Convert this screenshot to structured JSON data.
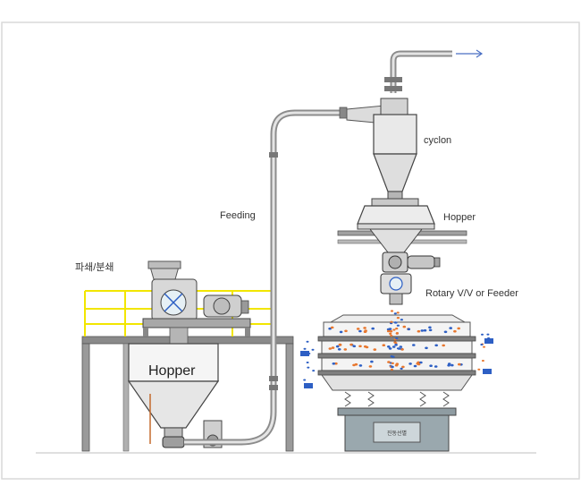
{
  "labels": {
    "cyclone": "cyclon",
    "hopper_top": "Hopper",
    "feeding": "Feeding",
    "rotary_valve": "Rotary V/V or Feeder",
    "crusher": "파쇄/분쇄",
    "hopper_main": "Hopper",
    "sieve_panel": "진동선별"
  },
  "colors": {
    "border": "#d9d9d9",
    "steel": "#7f7f7f",
    "steel_dark": "#4d4d4d",
    "pipe": "#8c8c8c",
    "railing": "#f2e600",
    "accent_arrow": "#4a6fc4",
    "sieve_base": "#9aa8ae",
    "particle_orange": "#e8772e",
    "particle_blue": "#2d5fc4"
  },
  "icons": {
    "outlet_arrow": "arrow-right-icon"
  }
}
